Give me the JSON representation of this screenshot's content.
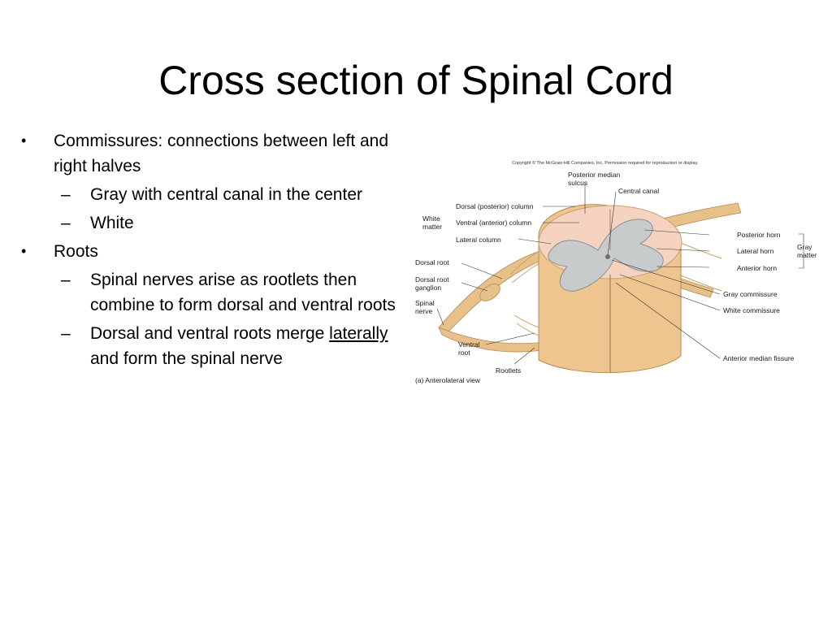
{
  "title": "Cross section of Spinal Cord",
  "bullets": {
    "commissures": "Commissures: connections between left and right halves",
    "commissures_sub1": "Gray with central canal in the center",
    "commissures_sub2": "White",
    "roots": "Roots",
    "roots_sub1": "Spinal nerves arise as rootlets then combine to form dorsal and ventral roots",
    "roots_sub2_pre": "Dorsal and ventral roots merge",
    "roots_sub2_underlined": "laterally",
    "roots_sub2_post": "and form the spinal nerve",
    "dash": "–",
    "dot": "•"
  },
  "figure": {
    "copyright": "Copyright © The McGraw-Hill Companies, Inc. Permission required for reproduction or display.",
    "labels": {
      "posterior_median_sulcus_1": "Posterior median",
      "posterior_median_sulcus_2": "sulcus",
      "central_canal": "Central canal",
      "dorsal_column": "Dorsal (posterior) column",
      "ventral_column": "Ventral (anterior) column",
      "lateral_column": "Lateral column",
      "white_matter_1": "White",
      "white_matter_2": "matter",
      "posterior_horn": "Posterior horn",
      "lateral_horn": "Lateral horn",
      "anterior_horn": "Anterior horn",
      "gray_matter_1": "Gray",
      "gray_matter_2": "matter",
      "dorsal_root": "Dorsal root",
      "dorsal_root_ganglion_1": "Dorsal root",
      "dorsal_root_ganglion_2": "ganglion",
      "spinal_nerve_1": "Spinal",
      "spinal_nerve_2": "nerve",
      "gray_commissure": "Gray commissure",
      "white_commissure": "White commissure",
      "ventral_root_1": "Ventral",
      "ventral_root_2": "root",
      "rootlets": "Rootlets",
      "anterior_median_fissure": "Anterior median fissure",
      "view": "(a) Anterolateral view"
    },
    "colors": {
      "white_matter_top": "#f6d3c0",
      "white_matter_body": "#eec48f",
      "gray_matter": "#c8cbcc",
      "nerve": "#e8c08a"
    }
  }
}
